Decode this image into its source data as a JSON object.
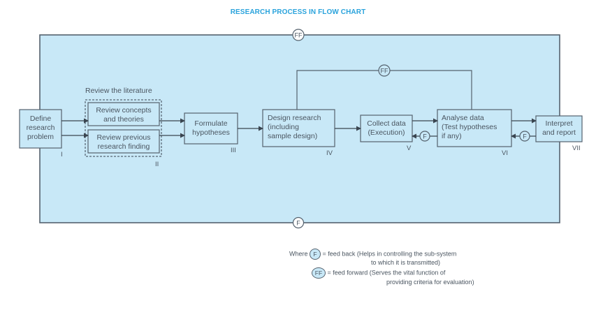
{
  "title": "RESEARCH PROCESS IN FLOW CHART",
  "colors": {
    "title": "#2aa3dc",
    "panel_fill": "#c8e8f7",
    "stroke": "#55626e",
    "text": "#4a5560"
  },
  "group_label": "Review the literature",
  "steps": [
    {
      "id": "I",
      "lines": [
        "Define",
        "research",
        "problem"
      ]
    },
    {
      "id": "II-a",
      "lines": [
        "Review concepts",
        "and theories"
      ]
    },
    {
      "id": "II-b",
      "lines": [
        "Review previous",
        "research finding"
      ]
    },
    {
      "id": "III",
      "lines": [
        "Formulate",
        "hypotheses"
      ]
    },
    {
      "id": "IV",
      "lines": [
        "Design research",
        "(including",
        "sample design)"
      ]
    },
    {
      "id": "V",
      "lines": [
        "Collect data",
        "(Execution)"
      ]
    },
    {
      "id": "VI",
      "lines": [
        "Analyse data",
        "(Test hypotheses",
        "if any)"
      ]
    },
    {
      "id": "VII",
      "lines": [
        "Interpret",
        "and report"
      ]
    }
  ],
  "step_numbers": [
    "I",
    "II",
    "III",
    "IV",
    "V",
    "VI",
    "VII"
  ],
  "markers": {
    "feedback": "F",
    "feedforward": "FF"
  },
  "legend": {
    "where": "Where",
    "feedback_symbol": "F",
    "feedback_line1": "= feed back (Helps in controlling the sub-system",
    "feedback_line2": "to which it is transmitted)",
    "feedforward_symbol": "FF",
    "feedforward_line1": "= feed forward (Serves the vital function of",
    "feedforward_line2": "providing criteria for evaluation)"
  }
}
